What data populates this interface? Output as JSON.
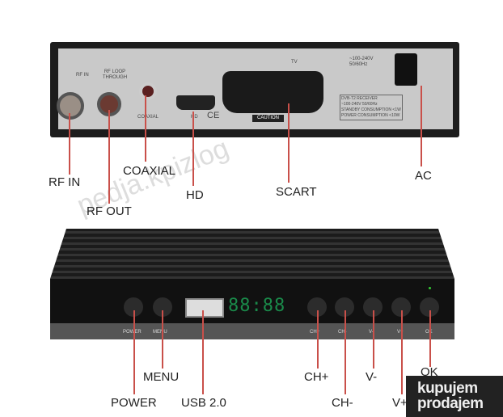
{
  "back_panel": {
    "connector_labels": {
      "rf_in": "RF IN",
      "rf_loop": "RF LOOP THROUGH",
      "coaxial": "COAXIAL",
      "hd": "HD",
      "tv": "TV",
      "voltage": "~100-240V 50/60Hz",
      "caution": "CAUTION",
      "ce": "CE"
    },
    "spec_label": [
      "DVB-T2 RECEIVER",
      "~100-240V 50/60Hz",
      "STANDBY CONSUMPTION <1W",
      "POWER CONSUMPTION <10W"
    ]
  },
  "callouts_back": {
    "rf_in": "RF IN",
    "rf_out": "RF OUT",
    "coaxial": "COAXIAL",
    "hd": "HD",
    "scart": "SCART",
    "ac": "AC"
  },
  "front_panel": {
    "display": "88:88",
    "button_labels": [
      "POWER",
      "MENU",
      "CH+",
      "CH-",
      "V-",
      "V+",
      "OK"
    ]
  },
  "callouts_front": {
    "menu": "MENU",
    "power": "POWER",
    "usb": "USB 2.0",
    "ch_plus": "CH+",
    "ch_minus": "CH-",
    "v_minus": "V-",
    "v_plus": "V+",
    "ok": "OK"
  },
  "watermark": "pedja.kpizlog",
  "logo": {
    "line1": "kupujem",
    "line2": "prodajem"
  },
  "colors": {
    "callout_line": "#c9504a",
    "display": "#1a8a4a"
  }
}
